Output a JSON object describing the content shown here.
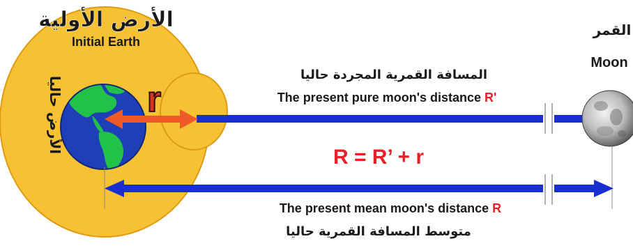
{
  "labels": {
    "initial_earth_ar": "الأرض الأولية",
    "initial_earth_en": "Initial Earth",
    "present_earth_ar": "الأرض حاليا",
    "moon_ar": "القمر",
    "moon_en": "Moon",
    "pure_distance_ar": "المسافة القمرية المجردة حاليا",
    "pure_distance_en_prefix": "The present pure moon's distance ",
    "pure_distance_symbol": "R'",
    "mean_distance_en_prefix": "The present mean moon's distance ",
    "mean_distance_symbol": "R",
    "mean_distance_ar": "متوسط المسافة القمرية حاليا",
    "equation": "R = R’ + r",
    "small_r": "r"
  },
  "colors": {
    "initial_earth_fill": "#f6c133",
    "initial_earth_stroke": "#e09b14",
    "ocean": "#1f3fb8",
    "land": "#22c24a",
    "distance_arrow": "#1a2fd0",
    "radius_arrow": "#f05a28",
    "accent_red": "#e8202a",
    "text_dark": "#1a1a1a",
    "moon_light": "#e6e6e6",
    "moon_dark": "#4a4a4a"
  },
  "icons": {
    "earth": "earth-globe-icon",
    "moon": "moon-icon"
  }
}
